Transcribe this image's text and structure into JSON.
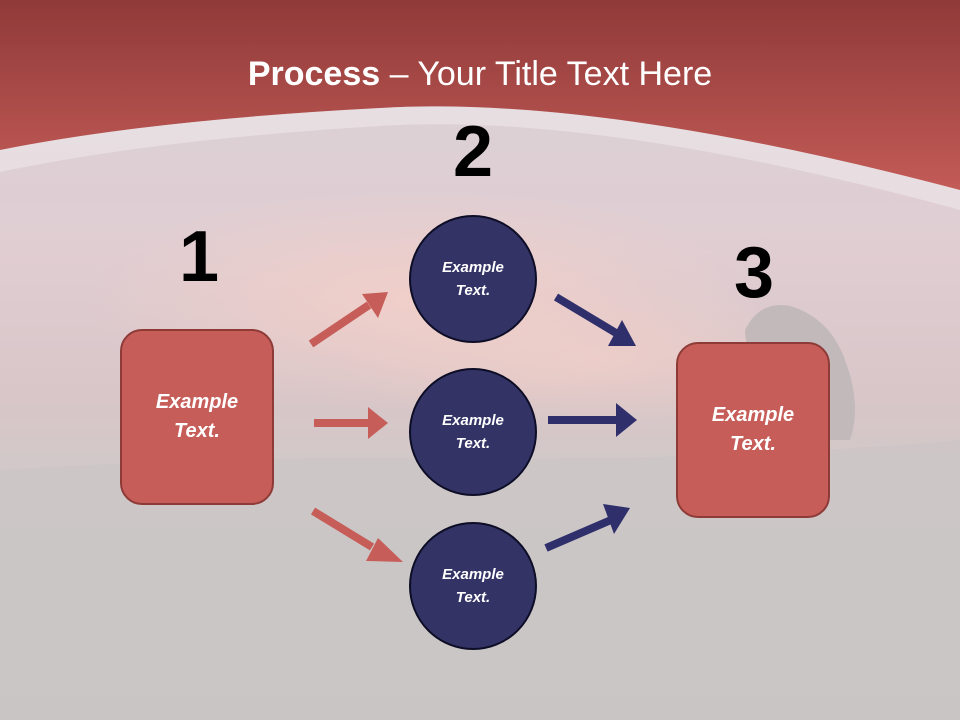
{
  "title": {
    "bold": "Process",
    "rest": " – Your Title Text Here"
  },
  "numbers": [
    "1",
    "2",
    "3"
  ],
  "step1_box": {
    "line1": "Example",
    "line2": "Text."
  },
  "circles": [
    {
      "line1": "Example",
      "line2": "Text."
    },
    {
      "line1": "Example",
      "line2": "Text."
    },
    {
      "line1": "Example",
      "line2": "Text."
    }
  ],
  "step3_box": {
    "line1": "Example",
    "line2": "Text."
  },
  "colors": {
    "header": "#b94f4d",
    "box_fill": "#c65d59",
    "circle_fill": "#333366",
    "left_arrows": "#c65d59",
    "right_arrows": "#2f2f6b"
  }
}
